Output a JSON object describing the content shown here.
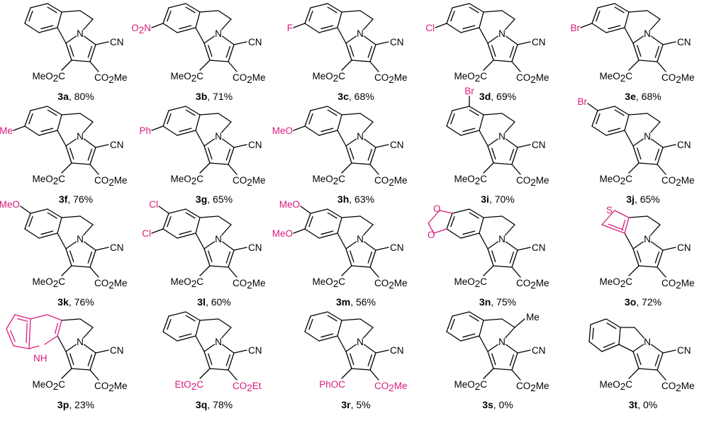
{
  "scheme": {
    "compounds": [
      {
        "id": "3a",
        "yield": "80%",
        "ring": "benzo",
        "subs": [],
        "ester": "Me",
        "acyl": "ester"
      },
      {
        "id": "3b",
        "yield": "71%",
        "ring": "benzo",
        "subs": [
          {
            "pos": "meta",
            "text": "O",
            "sub": "2",
            "text2": "N",
            "label": "O2N"
          }
        ],
        "ester": "Me",
        "acyl": "ester"
      },
      {
        "id": "3c",
        "yield": "68%",
        "ring": "benzo",
        "subs": [
          {
            "pos": "meta",
            "label": "F"
          }
        ],
        "ester": "Me",
        "acyl": "ester"
      },
      {
        "id": "3d",
        "yield": "69%",
        "ring": "benzo",
        "subs": [
          {
            "pos": "meta",
            "label": "Cl"
          }
        ],
        "ester": "Me",
        "acyl": "ester"
      },
      {
        "id": "3e",
        "yield": "68%",
        "ring": "benzo",
        "subs": [
          {
            "pos": "meta",
            "label": "Br"
          }
        ],
        "ester": "Me",
        "acyl": "ester"
      },
      {
        "id": "3f",
        "yield": "76%",
        "ring": "benzo",
        "subs": [
          {
            "pos": "meta",
            "label": "Me"
          }
        ],
        "ester": "Me",
        "acyl": "ester"
      },
      {
        "id": "3g",
        "yield": "65%",
        "ring": "benzo",
        "subs": [
          {
            "pos": "meta",
            "label": "Ph"
          }
        ],
        "ester": "Me",
        "acyl": "ester"
      },
      {
        "id": "3h",
        "yield": "63%",
        "ring": "benzo",
        "subs": [
          {
            "pos": "meta",
            "label": "MeO"
          }
        ],
        "ester": "Me",
        "acyl": "ester"
      },
      {
        "id": "3i",
        "yield": "70%",
        "ring": "benzo",
        "subs": [
          {
            "pos": "peri",
            "label": "Br"
          }
        ],
        "ester": "Me",
        "acyl": "ester"
      },
      {
        "id": "3j",
        "yield": "65%",
        "ring": "benzo",
        "subs": [
          {
            "pos": "para",
            "label": "Br"
          }
        ],
        "ester": "Me",
        "acyl": "ester"
      },
      {
        "id": "3k",
        "yield": "76%",
        "ring": "benzo",
        "subs": [
          {
            "pos": "para",
            "label": "MeO"
          }
        ],
        "ester": "Me",
        "acyl": "ester"
      },
      {
        "id": "3l",
        "yield": "60%",
        "ring": "benzo",
        "subs": [
          {
            "pos": "para",
            "label": "Cl"
          },
          {
            "pos": "meta",
            "label": "Cl"
          }
        ],
        "ester": "Me",
        "acyl": "ester"
      },
      {
        "id": "3m",
        "yield": "56%",
        "ring": "benzo",
        "subs": [
          {
            "pos": "para",
            "label": "MeO"
          },
          {
            "pos": "meta",
            "label": "MeO"
          }
        ],
        "ester": "Me",
        "acyl": "ester"
      },
      {
        "id": "3n",
        "yield": "75%",
        "ring": "dioxole",
        "subs": [],
        "ester": "Me",
        "acyl": "ester"
      },
      {
        "id": "3o",
        "yield": "72%",
        "ring": "thiophene",
        "ring_label": "S",
        "subs": [],
        "ester": "Me",
        "acyl": "ester"
      },
      {
        "id": "3p",
        "yield": "23%",
        "ring": "indole",
        "ring_label": "NH",
        "subs": [],
        "ester": "Me",
        "acyl": "ester"
      },
      {
        "id": "3q",
        "yield": "78%",
        "ring": "benzo",
        "subs": [],
        "ester": "Et",
        "acyl": "ester"
      },
      {
        "id": "3r",
        "yield": "5%",
        "ring": "benzo",
        "subs": [],
        "ester": "Me",
        "acyl": "benzoyl"
      },
      {
        "id": "3s",
        "yield": "0%",
        "ring": "benzo",
        "subs": [],
        "ester": "Me",
        "acyl": "ester",
        "c5_methyl": "Me"
      },
      {
        "id": "3t",
        "yield": "0%",
        "ring": "isoindole",
        "subs": [],
        "ester": "Me",
        "acyl": "ester"
      }
    ],
    "labels": {
      "cn": "CN",
      "ring_n": "N",
      "ester_left_me": [
        "MeO",
        "2",
        "C"
      ],
      "ester_right_me": [
        "CO",
        "2",
        "Me"
      ],
      "ester_left_et": [
        "EtO",
        "2",
        "C"
      ],
      "ester_right_et": [
        "CO",
        "2",
        "Et"
      ],
      "acyl_left_benzoyl": "PhOC",
      "methyl": "Me"
    },
    "colors": {
      "highlight": "#d81b7d",
      "ink": "#000000"
    }
  }
}
